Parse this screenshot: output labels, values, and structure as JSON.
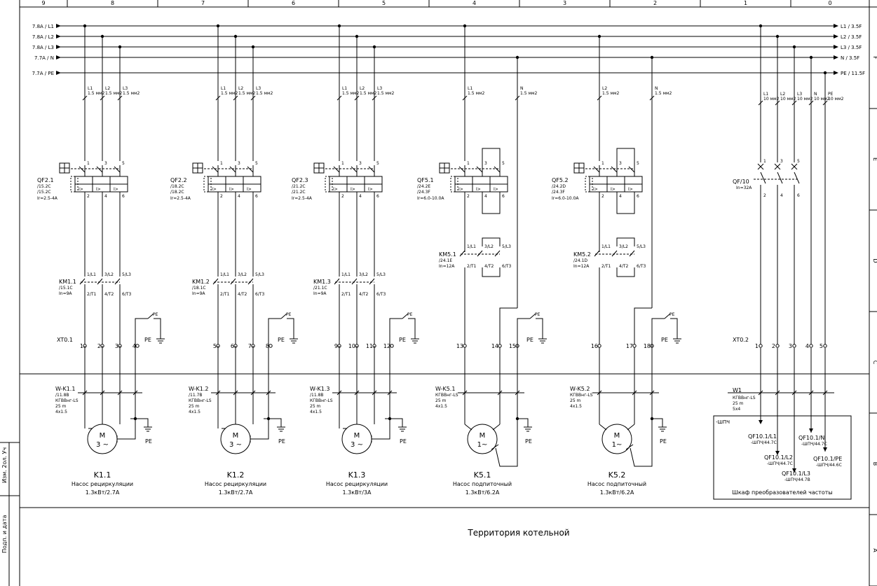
{
  "column_numbers": [
    "9",
    "8",
    "7",
    "6",
    "5",
    "4",
    "3",
    "2",
    "1",
    "0"
  ],
  "row_letters": [
    "F",
    "E",
    "D",
    "C",
    "B",
    "A"
  ],
  "left_labels": {
    "label_a": "Изм. 2ол. Уч",
    "label_b": "Подп. и дата"
  },
  "buses": [
    {
      "left": "7.8A / L1",
      "right": "L1 / 3.5F"
    },
    {
      "left": "7.8A / L2",
      "right": "L2 / 3.5F"
    },
    {
      "left": "7.8A / L3",
      "right": "L3 / 3.5F"
    },
    {
      "left": "7.7A / N",
      "right": "N / 3.5F"
    },
    {
      "left": "7.7A / PE",
      "right": "PE / 11.5F"
    }
  ],
  "wire_labels": [
    "L1",
    "L2",
    "L3",
    "N",
    "PE"
  ],
  "wire_section": "1.5 мм2",
  "wire_section_big": "10 мм2",
  "pole_numbers": [
    "1",
    "3",
    "5",
    "2",
    "4",
    "6"
  ],
  "contactor_terms": [
    "1/L1",
    "3/L2",
    "5/L3",
    "2/T1",
    "4/T2",
    "6/T3"
  ],
  "pe_label": "PE",
  "feeders": [
    {
      "qf": "QF2.1",
      "qf_ref1": "/15.2C",
      "qf_ref2": "/15.2C",
      "qf_setting": "Ir=2.5-4A",
      "km": "KM1.1",
      "km_ref": "/15.1C",
      "km_rating": "In=9A",
      "xt": "XT0.1",
      "terms": [
        "1",
        "2",
        "3",
        "4"
      ],
      "cable": "W-K1.1",
      "cable_ref": "/11.8B",
      "cable_type": "КГВВнг-LS",
      "cable_len": "25 m",
      "cable_cores": "4x1.5",
      "motor_sym": "M",
      "motor_phase": "3 ~",
      "name": "K1.1",
      "desc": "Насос рециркуляции",
      "power": "1.3кВт/2.7А"
    },
    {
      "qf": "QF2.2",
      "qf_ref1": "/18.2C",
      "qf_ref2": "/18.2C",
      "qf_setting": "Ir=2.5-4A",
      "km": "KM1.2",
      "km_ref": "/18.1C",
      "km_rating": "In=9A",
      "xt": "",
      "terms": [
        "5",
        "6",
        "7",
        "8"
      ],
      "cable": "W-K1.2",
      "cable_ref": "/11.7B",
      "cable_type": "КГВВнг-LS",
      "cable_len": "25 m",
      "cable_cores": "4x1.5",
      "motor_sym": "M",
      "motor_phase": "3 ~",
      "name": "K1.2",
      "desc": "Насос рециркуляции",
      "power": "1.3кВт/2.7А"
    },
    {
      "qf": "QF2.3",
      "qf_ref1": "/21.2C",
      "qf_ref2": "/21.2C",
      "qf_setting": "Ir=2.5-4A",
      "km": "KM1.3",
      "km_ref": "/21.1C",
      "km_rating": "In=9A",
      "xt": "",
      "terms": [
        "9",
        "10",
        "11",
        "12"
      ],
      "cable": "W-K1.3",
      "cable_ref": "/11.8B",
      "cable_type": "КГВВнг-LS",
      "cable_len": "25 m",
      "cable_cores": "4x1.5",
      "motor_sym": "M",
      "motor_phase": "3 ~",
      "name": "K1.3",
      "desc": "Насос рециркуляции",
      "power": "1.3кВт/3А"
    },
    {
      "qf": "QF5.1",
      "qf_ref1": "/24.2E",
      "qf_ref2": "/24.3F",
      "qf_setting": "Ir=6.0-10.0A",
      "km": "KM5.1",
      "km_ref": "/24.1E",
      "km_rating": "In=12A",
      "xt": "",
      "terms": [
        "13",
        "14",
        "15"
      ],
      "cable": "W-K5.1",
      "cable_ref": "",
      "cable_type": "КГВВнг-LS",
      "cable_len": "25 m",
      "cable_cores": "4x1.5",
      "motor_sym": "M",
      "motor_phase": "1~",
      "name": "K5.1",
      "desc": "Насос подпиточный",
      "power": "1.3кВт/6.2А"
    },
    {
      "qf": "QF5.2",
      "qf_ref1": "/24.2D",
      "qf_ref2": "/24.3F",
      "qf_setting": "Ir=6.0-10.0A",
      "km": "KM5.2",
      "km_ref": "/24.1D",
      "km_rating": "In=12A",
      "xt": "",
      "terms": [
        "16",
        "17",
        "18"
      ],
      "cable": "W-K5.2",
      "cable_ref": "",
      "cable_type": "КГВВнг-LS",
      "cable_len": "25 m",
      "cable_cores": "4x1.5",
      "motor_sym": "M",
      "motor_phase": "1~",
      "name": "K5.2",
      "desc": "Насос подпиточный",
      "power": "1.3кВт/6.2А"
    }
  ],
  "main_feeder": {
    "qf": "QF/10",
    "qf_setting": "In=32A",
    "poles_top": [
      "1",
      "3",
      "5"
    ],
    "poles_bottom": [
      "2",
      "4",
      "6"
    ],
    "xt": "XT0.2",
    "terms": [
      "1",
      "2",
      "3",
      "4",
      "5"
    ],
    "cable": "W1",
    "cable_type": "КГВВнг-LS",
    "cable_len": "25 m",
    "cable_cores": "5x4",
    "cabinet_tag": "-ШПЧ",
    "cabinet_refs": [
      {
        "name": "QF10.1/L1",
        "ref": "-ШПЧ/44.7C"
      },
      {
        "name": "QF10.1/L2",
        "ref": "-ШПЧ/44.7C"
      },
      {
        "name": "QF10.1/L3",
        "ref": "-ШПЧ/44.7B"
      },
      {
        "name": "QF10.1/N",
        "ref": "-ШПЧ/44.7C"
      },
      {
        "name": "QF10.1/PE",
        "ref": "-ШПЧ/44.6C"
      }
    ],
    "cabinet_name": "Шкаф преобразователей частоты"
  },
  "zone_label": "Территория котельной"
}
